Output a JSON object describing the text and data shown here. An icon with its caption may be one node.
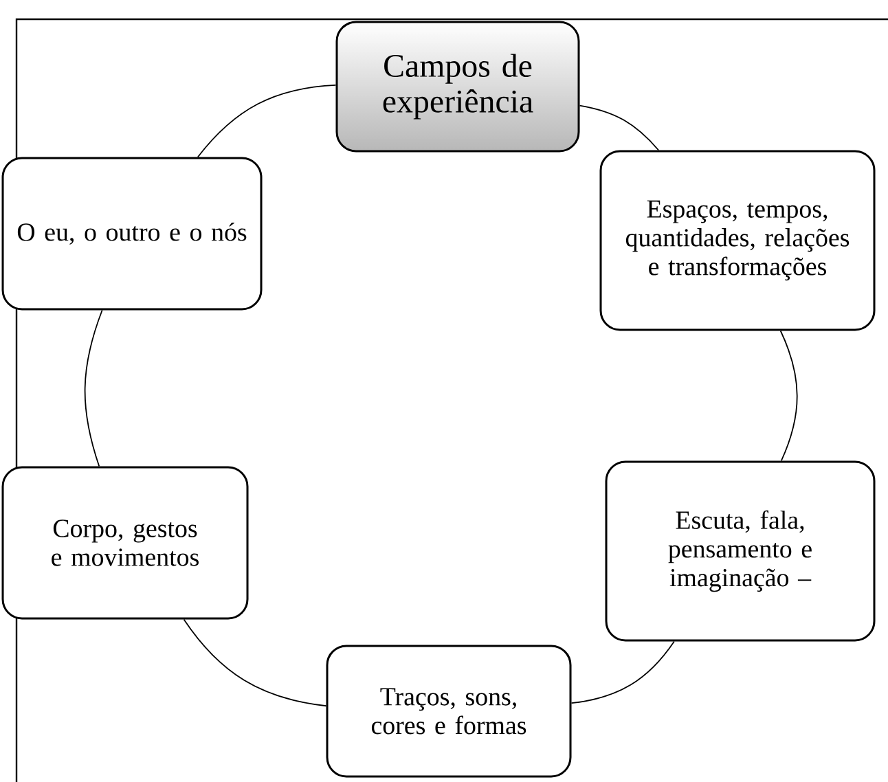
{
  "diagram": {
    "nodes": [
      {
        "text": [
          "Campos de experiência"
        ]
      },
      {
        "text": [
          "Espaços, tempos, quantidades, relações e transformações"
        ]
      },
      {
        "text": [
          "Escuta, fala, pensamento e imaginação –"
        ]
      },
      {
        "text": [
          "Traços, sons, cores e formas"
        ]
      },
      {
        "text": [
          "Corpo, gestos e movimentos"
        ]
      },
      {
        "text": [
          "O eu, o outro e o nós"
        ]
      }
    ],
    "edges": [
      {
        "from": 0,
        "to": 1,
        "arrow": "none"
      },
      {
        "from": 1,
        "to": 2,
        "arrow": "none"
      },
      {
        "from": 2,
        "to": 3,
        "arrow": "none"
      },
      {
        "from": 3,
        "to": 4,
        "arrow": "none"
      },
      {
        "from": 4,
        "to": 5,
        "arrow": "none"
      },
      {
        "from": 5,
        "to": 0,
        "arrow": "none"
      }
    ]
  }
}
